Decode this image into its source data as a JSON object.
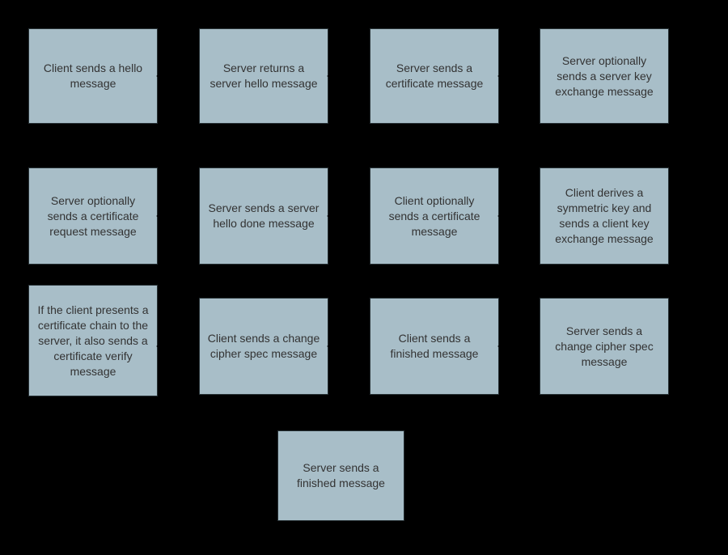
{
  "page": {
    "background_color": "#000000"
  },
  "diagram": {
    "type": "flowchart",
    "topic": "TLS handshake message sequence",
    "box_fill_color": "#a8bec8",
    "box_border_color": "#273135",
    "text_color": "#333333",
    "arrow_color": "#000000",
    "nodes": [
      {
        "id": "n1",
        "label": "Client sends a hello message"
      },
      {
        "id": "n2",
        "label": "Server returns a server hello message"
      },
      {
        "id": "n3",
        "label": "Server sends a certificate message"
      },
      {
        "id": "n4",
        "label": "Server optionally sends a server key exchange message"
      },
      {
        "id": "n5",
        "label": "Server optionally sends a certificate request message"
      },
      {
        "id": "n6",
        "label": "Server sends a server hello done message"
      },
      {
        "id": "n7",
        "label": "Client optionally sends a certificate message"
      },
      {
        "id": "n8",
        "label": "Client derives a symmetric key and sends a client key exchange message"
      },
      {
        "id": "n9",
        "label": "If the client presents a certificate chain to the server, it also sends a certificate verify message"
      },
      {
        "id": "n10",
        "label": "Client sends a change cipher spec message"
      },
      {
        "id": "n11",
        "label": "Client sends a finished message"
      },
      {
        "id": "n12",
        "label": "Server sends a change cipher spec message"
      },
      {
        "id": "n13",
        "label": "Server sends a finished message"
      }
    ],
    "edges": [
      {
        "from": "n1",
        "to": "n2"
      },
      {
        "from": "n2",
        "to": "n3"
      },
      {
        "from": "n3",
        "to": "n4"
      },
      {
        "from": "n5",
        "to": "n6"
      },
      {
        "from": "n6",
        "to": "n7"
      },
      {
        "from": "n7",
        "to": "n8"
      },
      {
        "from": "n9",
        "to": "n10"
      },
      {
        "from": "n10",
        "to": "n11"
      },
      {
        "from": "n11",
        "to": "n12"
      }
    ]
  }
}
